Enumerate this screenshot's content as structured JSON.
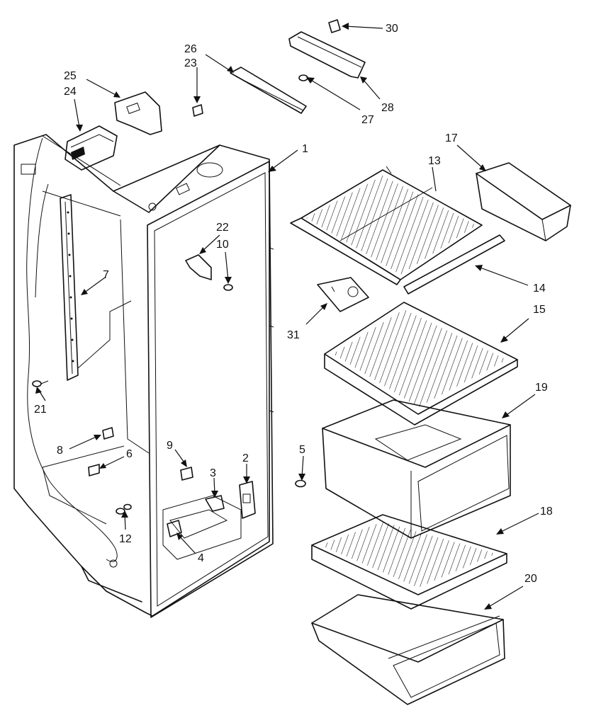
{
  "callouts": {
    "c1": "1",
    "c2": "2",
    "c3": "3",
    "c4": "4",
    "c5": "5",
    "c6": "6",
    "c7": "7",
    "c8": "8",
    "c9": "9",
    "c10": "10",
    "c12": "12",
    "c13": "13",
    "c14": "14",
    "c15": "15",
    "c17": "17",
    "c18": "18",
    "c19": "19",
    "c20": "20",
    "c21": "21",
    "c22": "22",
    "c23": "23",
    "c24": "24",
    "c25": "25",
    "c26": "26",
    "c27": "27",
    "c28": "28",
    "c30": "30",
    "c31": "31"
  },
  "colors": {
    "ink": "#111111",
    "paper": "#ffffff"
  }
}
